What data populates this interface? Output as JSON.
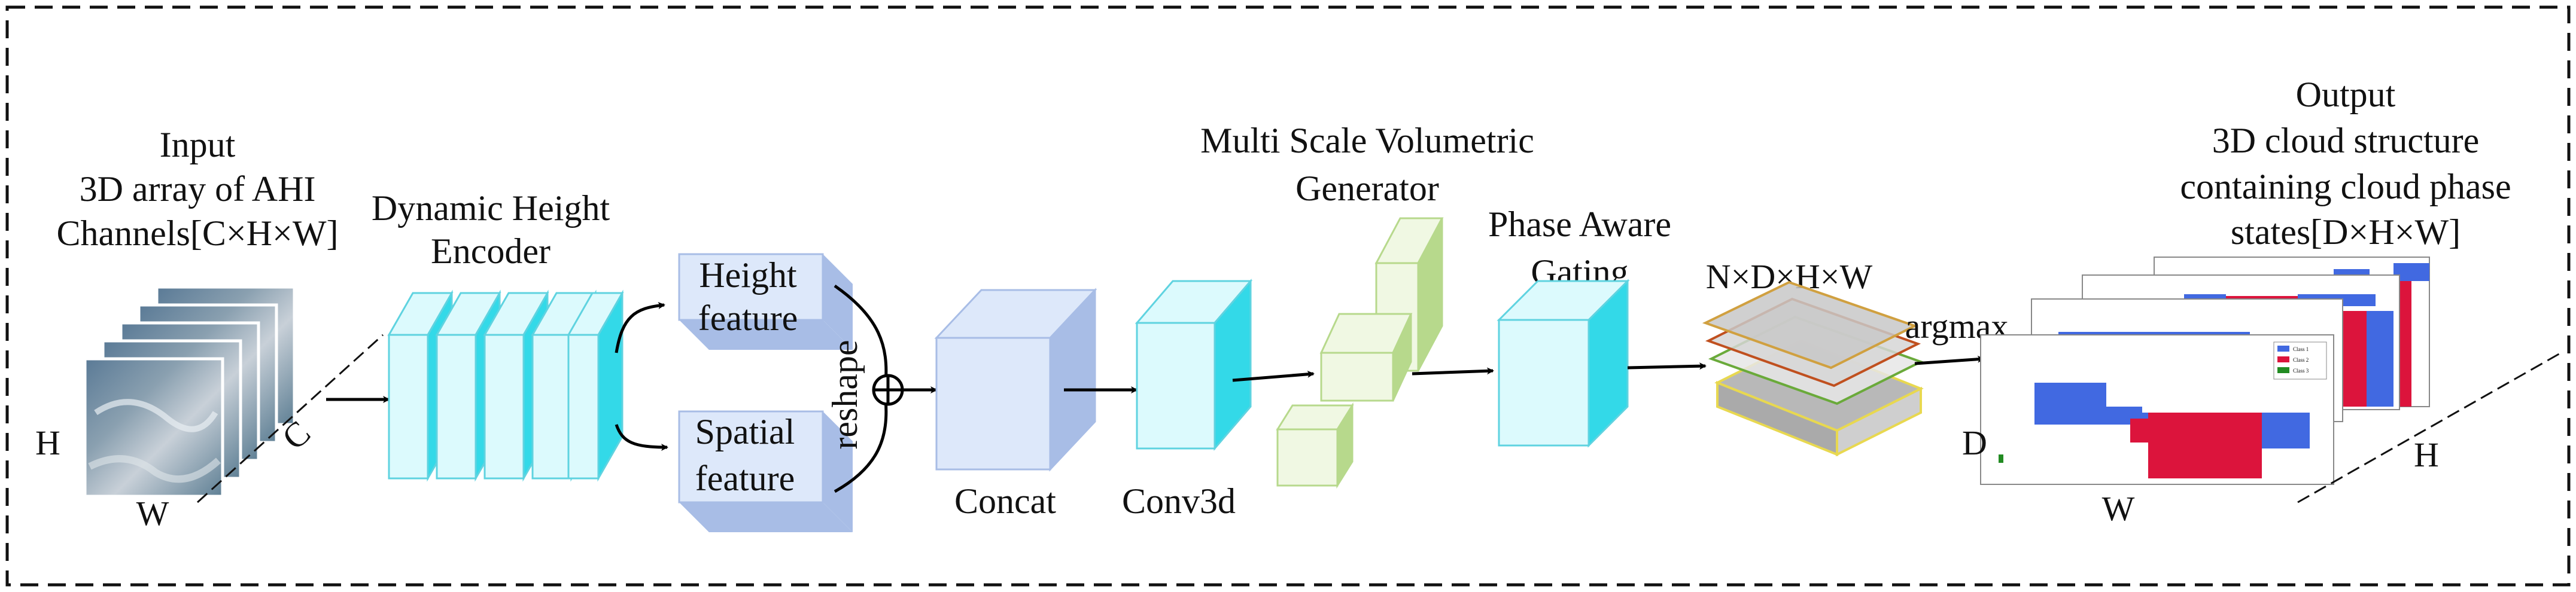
{
  "input": {
    "title": "Input",
    "line1": "3D array of AHI",
    "line2": "Channels[C×H×W]",
    "axis_h": "H",
    "axis_w": "W",
    "axis_c": "C"
  },
  "encoder": {
    "line1": "Dynamic Height",
    "line2": "Encoder"
  },
  "height_feature": {
    "line1": "Height",
    "line2": "feature"
  },
  "spatial_feature": {
    "line1": "Spatial",
    "line2": "feature"
  },
  "reshape_label": "reshape",
  "concat_label": "Concat",
  "conv3d_label": "Conv3d",
  "generator": {
    "line1": "Multi Scale Volumetric",
    "line2": "Generator"
  },
  "gating": {
    "line1": "Phase Aware",
    "line2": "Gating"
  },
  "ndhw_label": "N×D×H×W",
  "argmax_label": "argmax",
  "output": {
    "title": "Output",
    "line1": "3D cloud structure",
    "line2": "containing cloud phase",
    "line3": "states[D×H×W]",
    "axis_d": "D",
    "axis_w": "W",
    "axis_h": "H"
  },
  "legend": [
    "Class 1",
    "Class 2",
    "Class 3"
  ],
  "colors": {
    "cyan_front": "#dcfafd",
    "cyan_side": "#33d9e8",
    "blue_front": "#dde8fa",
    "blue_side": "#a8bde6",
    "green_front": "#f0f8e3",
    "green_side": "#b7d98c",
    "class1": "#4169e1",
    "class2": "#dc143c",
    "class3": "#228b22"
  }
}
